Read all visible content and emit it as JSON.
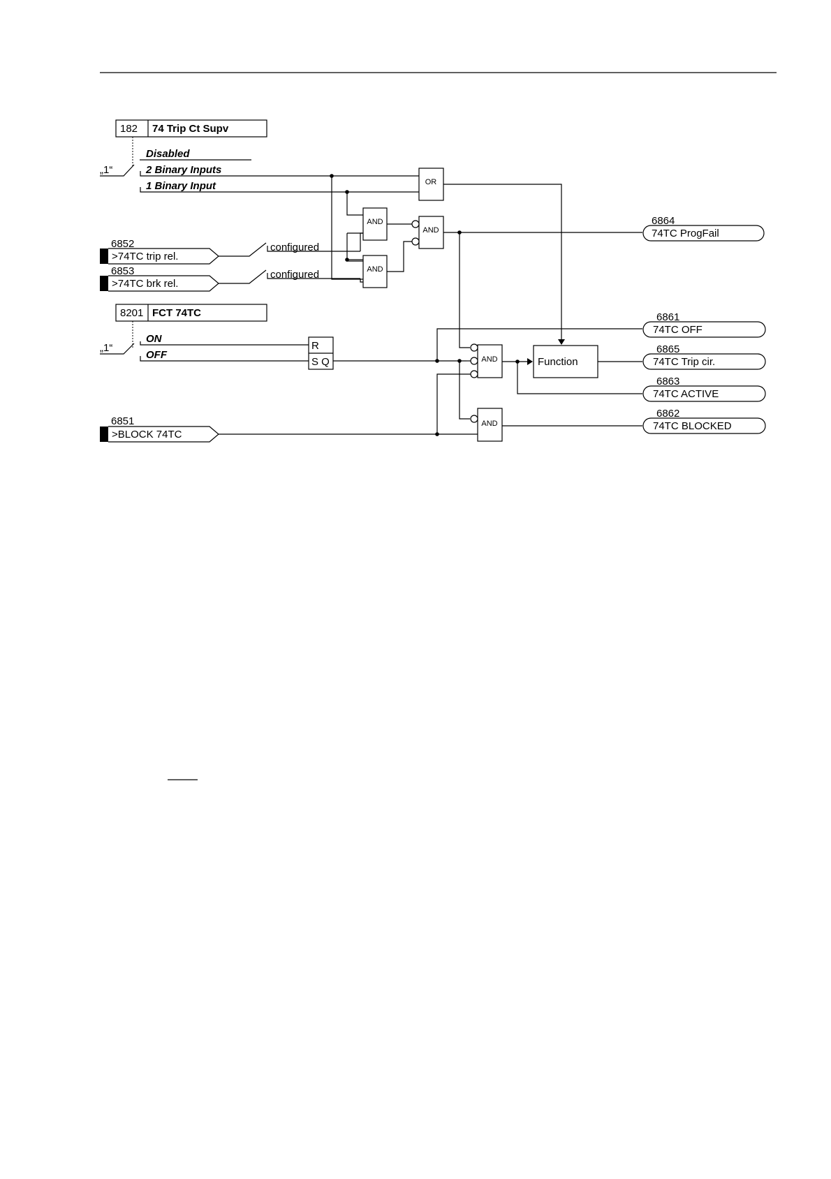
{
  "diagram": {
    "setting_182": {
      "number": "182",
      "title": "74 Trip Ct Supv"
    },
    "mode_options": {
      "disabled": "Disabled",
      "two_inputs": "2 Binary Inputs",
      "one_input": "1 Binary Input"
    },
    "selector_182": "„1“",
    "setting_8201": {
      "number": "8201",
      "title": "FCT 74TC"
    },
    "onoff_options": {
      "on": "ON",
      "off": "OFF"
    },
    "selector_8201": "„1“",
    "inputs": {
      "trip_rel": {
        "number": "6852",
        "label": ">74TC trip rel.",
        "switch": "configured"
      },
      "brk_rel": {
        "number": "6853",
        "label": ">74TC brk rel.",
        "switch": "configured"
      },
      "block": {
        "number": "6851",
        "label": ">BLOCK 74TC"
      }
    },
    "gates": {
      "or": "OR",
      "and": "AND",
      "flipflop_r": "R",
      "flipflop_sq": "S Q",
      "function": "Function"
    },
    "outputs": {
      "progfail": {
        "number": "6864",
        "label": "74TC ProgFail"
      },
      "off": {
        "number": "6861",
        "label": "74TC OFF"
      },
      "trip_cir": {
        "number": "6865",
        "label": "74TC Trip cir."
      },
      "active": {
        "number": "6863",
        "label": "74TC ACTIVE"
      },
      "blocked": {
        "number": "6862",
        "label": "74TC BLOCKED"
      }
    }
  }
}
